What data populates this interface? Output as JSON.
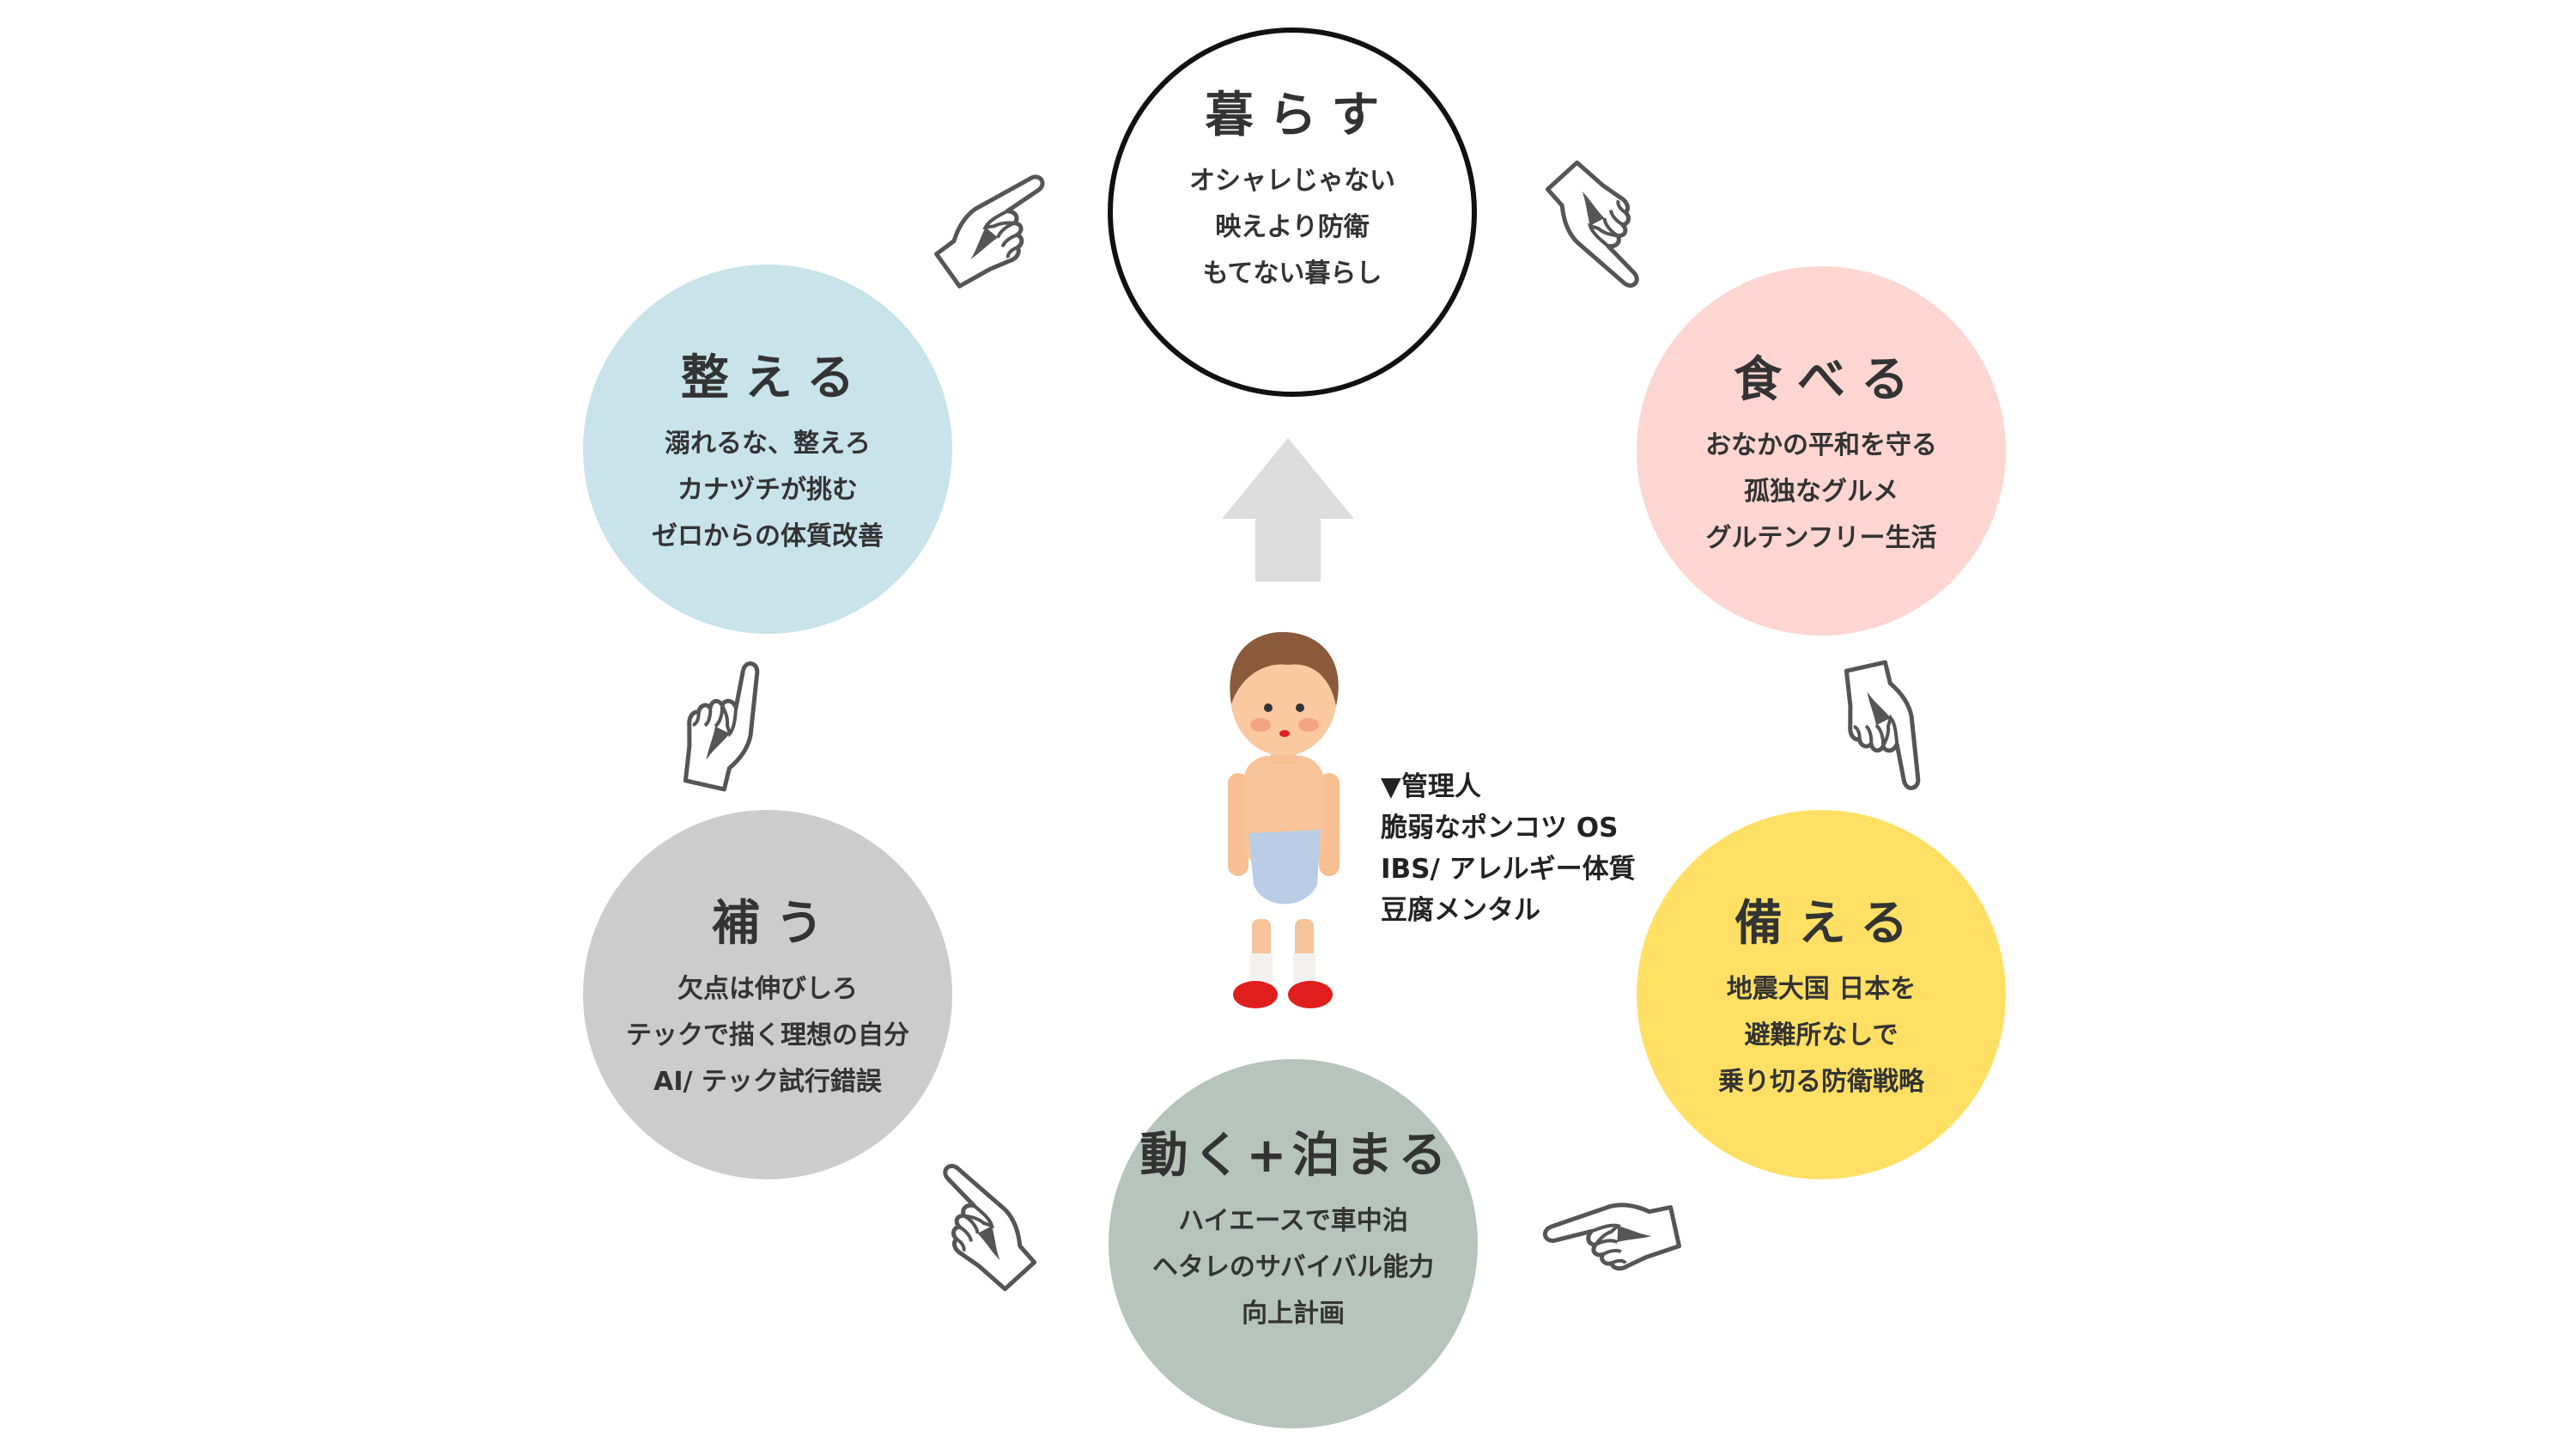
{
  "cycle": [
    {
      "title": "暮らす",
      "lines": [
        "オシャレじゃない",
        "映えより防衛",
        "もてない暮らし"
      ],
      "color": "#ffffff"
    },
    {
      "title": "食べる",
      "lines": [
        "おなかの平和を守る",
        "孤独なグルメ",
        "グルテンフリー生活"
      ],
      "color": "#fdd6d1"
    },
    {
      "title": "備える",
      "lines": [
        "地震大国 日本を",
        "避難所なしで",
        "乗り切る防衛戦略"
      ],
      "color": "#ffe064"
    },
    {
      "title": "動く+泊まる",
      "lines": [
        "ハイエースで車中泊",
        "ヘタレのサバイバル能力",
        "向上計画"
      ],
      "color": "#b6c4bc"
    },
    {
      "title": "補う",
      "lines": [
        "欠点は伸びしろ",
        "テックで描く理想の自分",
        "AI/ テック試行錯誤"
      ],
      "color": "#cccccc"
    },
    {
      "title": "整える",
      "lines": [
        "溺れるな、整えろ",
        "カナヅチが挑む",
        "ゼロからの体質改善"
      ],
      "color": "#c8e3ea"
    }
  ],
  "manager": {
    "heading": "▼管理人",
    "lines": [
      "脆弱なポンコツ OS",
      "IBS/ アレルギー体質",
      "豆腐メンタル"
    ]
  },
  "icons": {
    "hand": "pointing-hand-icon",
    "arrow": "up-arrow-icon"
  }
}
